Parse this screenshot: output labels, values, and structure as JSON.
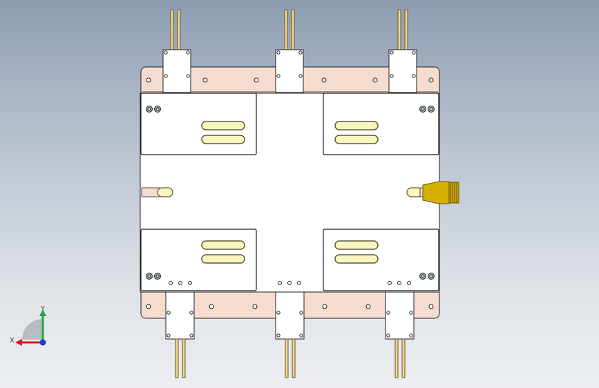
{
  "viewport": {
    "background_top": "#8d9db2",
    "background_bottom": "#eceef1"
  },
  "model": {
    "colors": {
      "plate": "#f6dccf",
      "body": "#ffffff",
      "outline": "#1e1e1e",
      "slot": "#fbf6bf",
      "slot_outline": "#5a5a3a",
      "rod": "#f0d68a",
      "rod_dark": "#b89040",
      "fitting": "#d4b100",
      "fitting_dark": "#6a5700",
      "screw": "#9fb3a8"
    },
    "cylinders_top": [
      "top-left",
      "top-center",
      "top-right"
    ],
    "cylinders_bottom": [
      "bottom-left",
      "bottom-center",
      "bottom-right"
    ],
    "pads": [
      "top-left",
      "top-right",
      "bottom-left",
      "bottom-right"
    ],
    "side_fitting": "right"
  },
  "triad": {
    "x_label": "X",
    "y_label": "Y",
    "x_color": "#e0141e",
    "y_color": "#1ea83c",
    "z_color": "#1e3cdc"
  }
}
